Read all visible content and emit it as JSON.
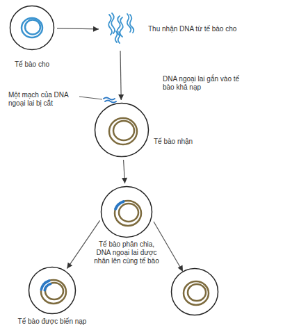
{
  "diagram": {
    "nodes": [
      {
        "text": [
          "Tế bào cho"
        ]
      },
      {
        "text": [
          "Thu nhận DNA từ tế bào cho"
        ]
      },
      {
        "text": [
          "Tế bào nhận"
        ]
      },
      {
        "text": [
          "Tế bào phân chia, DNA ngoại lai được nhân lên cùng tế bào"
        ]
      },
      {
        "text": [
          "Tế bào được biến nạp"
        ]
      }
    ],
    "edges": [
      {
        "from": 0,
        "to": 1,
        "arrow": "to"
      },
      {
        "from": 1,
        "to": 2,
        "label": "DNA ngoại lai gắn vào tế bào khả nạp",
        "arrow": "to"
      },
      {
        "from": 2,
        "to": 3,
        "arrow": "to"
      },
      {
        "from": 3,
        "to": 4,
        "arrow": "to"
      }
    ],
    "labels": [
      "Một mạch của DNA ngoại lai bị cắt"
    ]
  }
}
